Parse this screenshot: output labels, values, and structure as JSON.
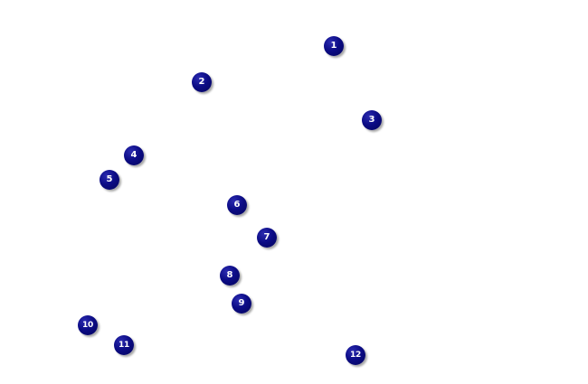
{
  "markers": [
    {
      "label": "1"
    },
    {
      "label": "2"
    },
    {
      "label": "3"
    },
    {
      "label": "4"
    },
    {
      "label": "5"
    },
    {
      "label": "6"
    },
    {
      "label": "7"
    },
    {
      "label": "8"
    },
    {
      "label": "9"
    },
    {
      "label": "10"
    },
    {
      "label": "11"
    },
    {
      "label": "12"
    }
  ],
  "colors": {
    "background": "#ffffff",
    "marker_fill": "#0c0c86",
    "marker_text": "#ffffff"
  }
}
